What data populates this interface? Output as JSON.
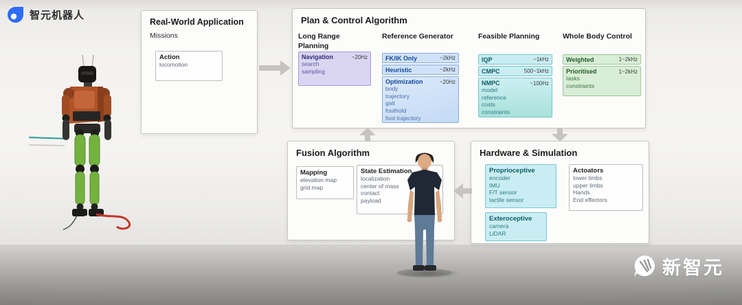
{
  "brand": {
    "logo_text": "智元机器人"
  },
  "watermark": {
    "text": "新智元"
  },
  "real_world": {
    "title": "Real-World Application",
    "subtitle": "Missions",
    "action": {
      "title": "Action",
      "items": [
        "locomotion"
      ]
    }
  },
  "plan": {
    "title": "Plan & Control Algorithm",
    "columns": [
      {
        "title": "Long Range Planning",
        "boxes": [
          {
            "title": "Navigation",
            "rate": "~20Hz",
            "items": [
              "search",
              "sampling"
            ]
          }
        ]
      },
      {
        "title": "Reference Generator",
        "boxes": [
          {
            "title": "FK/IK Only",
            "rate": "~2kHz",
            "items": []
          },
          {
            "title": "Heuristic",
            "rate": "~2kHz",
            "items": []
          },
          {
            "title": "Optimization",
            "rate": "~20Hz",
            "items": [
              "body",
              "trajectory",
              "gait",
              "foothold",
              "foot trajectory"
            ]
          }
        ]
      },
      {
        "title": "Feasible Planning",
        "boxes": [
          {
            "title": "IQP",
            "rate": "~1kHz",
            "items": []
          },
          {
            "title": "CMPC",
            "rate": "500~1kHz",
            "items": []
          },
          {
            "title": "NMPC",
            "rate": "~100Hz",
            "items": [
              "model",
              "reference",
              "costs",
              "constraints"
            ]
          }
        ]
      },
      {
        "title": "Whole Body Control",
        "boxes": [
          {
            "title": "Weighted",
            "rate": "1~2kHz",
            "items": []
          },
          {
            "title": "Prioritised",
            "rate": "1~2kHz",
            "items": [
              "tasks",
              "constraints"
            ]
          }
        ]
      }
    ]
  },
  "fusion": {
    "title": "Fusion Algorithm",
    "boxes": [
      {
        "title": "Mapping",
        "items": [
          "elevation map",
          "grid map"
        ]
      },
      {
        "title": "State Estimation",
        "items": [
          "localization",
          "center of mass",
          "contact",
          "payload"
        ]
      }
    ]
  },
  "hardware": {
    "title": "Hardware & Simulation",
    "boxes": [
      {
        "title": "Proprioceptive",
        "items": [
          "encoder",
          "IMU",
          "F/T sensor",
          "tactile sensor"
        ]
      },
      {
        "title": "Actoators",
        "items": [
          "lower limbs",
          "upper limbs",
          "Hands",
          "End effectors"
        ]
      },
      {
        "title": "Exteroceptive",
        "items": [
          "camera",
          "LiDAR"
        ]
      }
    ]
  },
  "colors": {
    "brand_blue": "#2e6bf6",
    "purple_bg": "#dad5f1",
    "blue_bg": "#cfe2f8",
    "cyan_bg": "#c9edf2",
    "green_bg": "#d9eed6",
    "arrow_gray": "#c5c4c2"
  }
}
